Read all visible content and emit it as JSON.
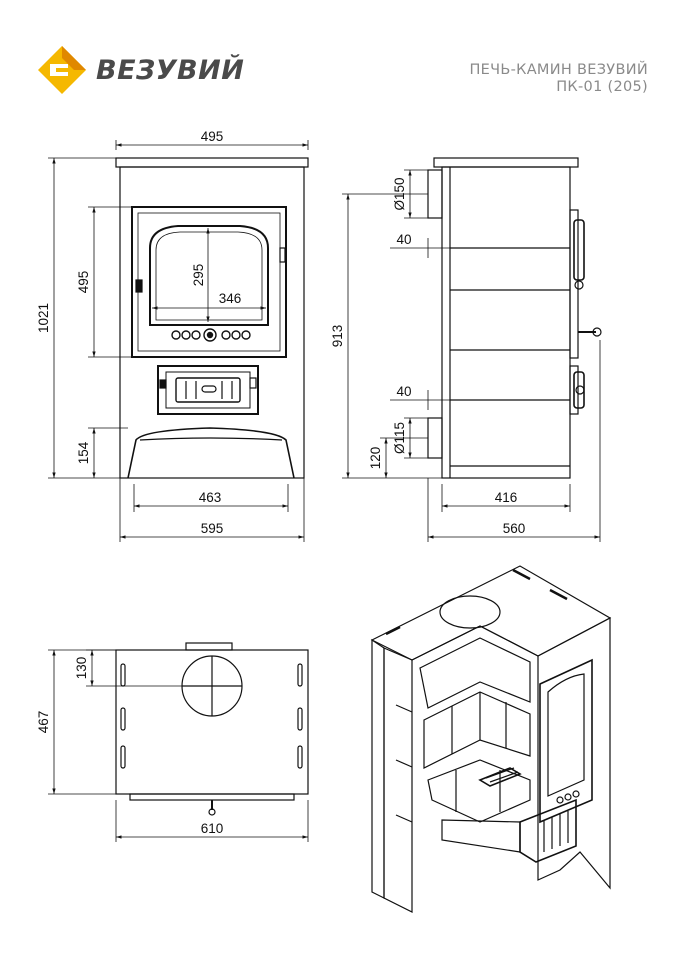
{
  "brand": {
    "name": "ВЕЗУВИЙ",
    "logo_colors": {
      "primary": "#f5b800",
      "secondary": "#e08800"
    },
    "text_color": "#4a4a4a"
  },
  "title": {
    "line1": "ПЕЧЬ-КАМИН ВЕЗУВИЙ",
    "line2": "ПК-01 (205)"
  },
  "front_view": {
    "width_top": "495",
    "height_total": "1021",
    "door_height": "495",
    "glass_height": "295",
    "glass_width": "346",
    "base_height": "154",
    "base_width": "463",
    "width_total": "595"
  },
  "side_view": {
    "flue_diameter": "Ø150",
    "flue_offset_top": "40",
    "flue_height": "913",
    "inlet_offset": "40",
    "inlet_diameter": "Ø115",
    "inlet_height": "120",
    "depth_body": "416",
    "depth_total": "560"
  },
  "top_view": {
    "flue_offset": "130",
    "depth": "467",
    "width": "610"
  }
}
